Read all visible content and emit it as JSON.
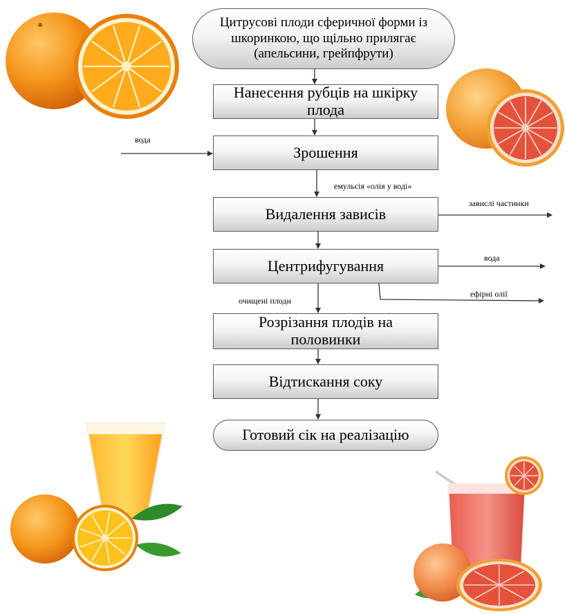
{
  "colors": {
    "line": "#333333",
    "box_border": "#595959",
    "box_top": "#ffffff",
    "box_bottom": "#cdcdcd"
  },
  "start": {
    "lines": [
      "Цитрусові плоди сферичної форми із",
      "шкоринкою, що щільно прилягає",
      "(апельсини, грейпфрути)"
    ]
  },
  "steps": [
    {
      "lines": [
        "Нанесення рубців на шкірку",
        "плода"
      ]
    },
    {
      "lines": [
        "Зрошення"
      ]
    },
    {
      "lines": [
        "Видалення зависів"
      ]
    },
    {
      "lines": [
        "Центрифугування"
      ]
    },
    {
      "lines": [
        "Розрізання плодів на",
        "половинки"
      ]
    },
    {
      "lines": [
        "Відтискання соку"
      ]
    }
  ],
  "end": {
    "label": "Готовий сік на реалізацію"
  },
  "flow_labels": {
    "water_in": "вода",
    "emulsion": "емульсія «олія у воді»",
    "suspended_out": "завислі частинки",
    "water_out": "вода",
    "essential_oils_out": "ефірні олії",
    "cleaned_fruit": "очищені плоди"
  },
  "illustrations": [
    "orange-with-half-icon",
    "grapefruit-with-half-icon",
    "orange-juice-glass-icon",
    "grapefruit-juice-glass-icon"
  ]
}
